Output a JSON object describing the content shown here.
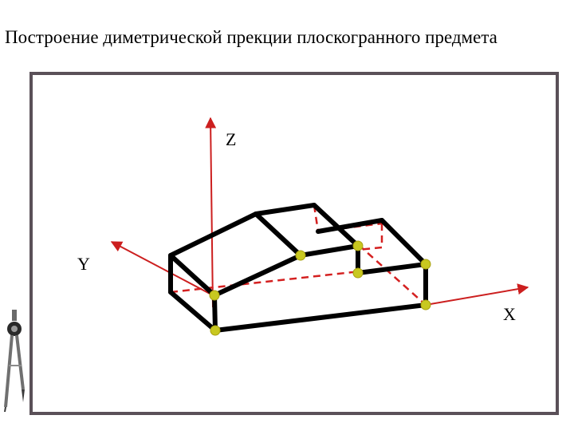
{
  "title": "Построение диметрической прекции плоскогранного предмета",
  "axes": {
    "z_label": "Z",
    "y_label": "Y",
    "x_label": "X"
  },
  "colors": {
    "axis": "#cc1f1f",
    "hidden_edge": "#d42020",
    "edge": "#000000",
    "vertex": "#c8c820",
    "frame": "#5a5058"
  },
  "icons": {
    "corner_tool": "drafting-compass-icon"
  }
}
